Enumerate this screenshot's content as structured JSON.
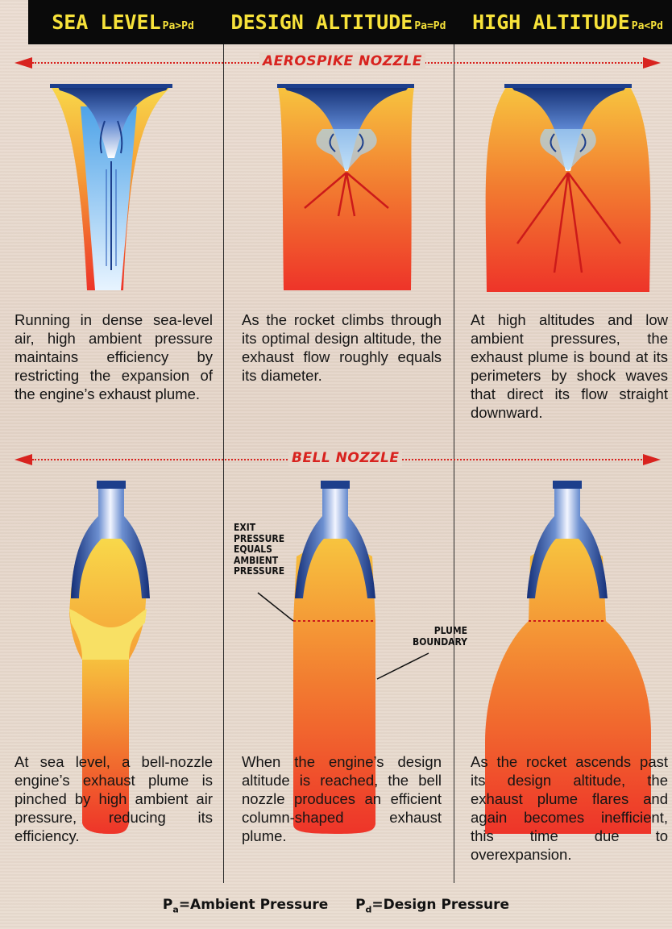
{
  "header": {
    "col1": {
      "title": "SEA LEVEL",
      "formula": "Pa>Pd"
    },
    "col2": {
      "title": "DESIGN ALTITUDE",
      "formula": "Pa=Pd"
    },
    "col3": {
      "title": "HIGH ALTITUDE",
      "formula": "Pa<Pd"
    }
  },
  "sections": {
    "aerospike": "AEROSPIKE NOZZLE",
    "bell": "BELL NOZZLE"
  },
  "aerospike_captions": [
    "Running in dense sea-level air, high ambient pressure maintains efficiency by restricting the expansion of the engine’s exhaust plume.",
    "As the rocket climbs through its optimal design altitude, the exhaust flow roughly equals its diameter.",
    "At high altitudes and low ambient pressures, the exhaust plume is bound at its perimeters by shock waves that direct its flow straight downward."
  ],
  "bell_captions": [
    "At sea level, a bell-nozzle engine’s exhaust plume is pinched by high ambient air pressure, reducing its efficiency.",
    "When the engine’s design altitude is reached, the bell nozzle produces an efficient column-shaped exhaust plume.",
    "As the rocket ascends past its design altitude, the exhaust plume flares and again becomes inefficient, this time due to overexpansion."
  ],
  "callouts": {
    "exit_pressure": "EXIT\nPRESSURE\nEQUALS\nAMBIENT\nPRESSURE",
    "plume_boundary": "PLUME\nBOUNDARY"
  },
  "legend": {
    "pa_symbol": "P",
    "pa_sub": "a",
    "pa_text": "=Ambient Pressure",
    "pd_symbol": "P",
    "pd_sub": "d",
    "pd_text": "=Design Pressure"
  },
  "colors": {
    "header_bg": "#0a0a0a",
    "header_text": "#f7e23a",
    "accent_red": "#d8231f",
    "plume_top": "#f6c63a",
    "plume_bottom": "#ee3a2a",
    "nozzle_blue": "#1d3f8c"
  }
}
